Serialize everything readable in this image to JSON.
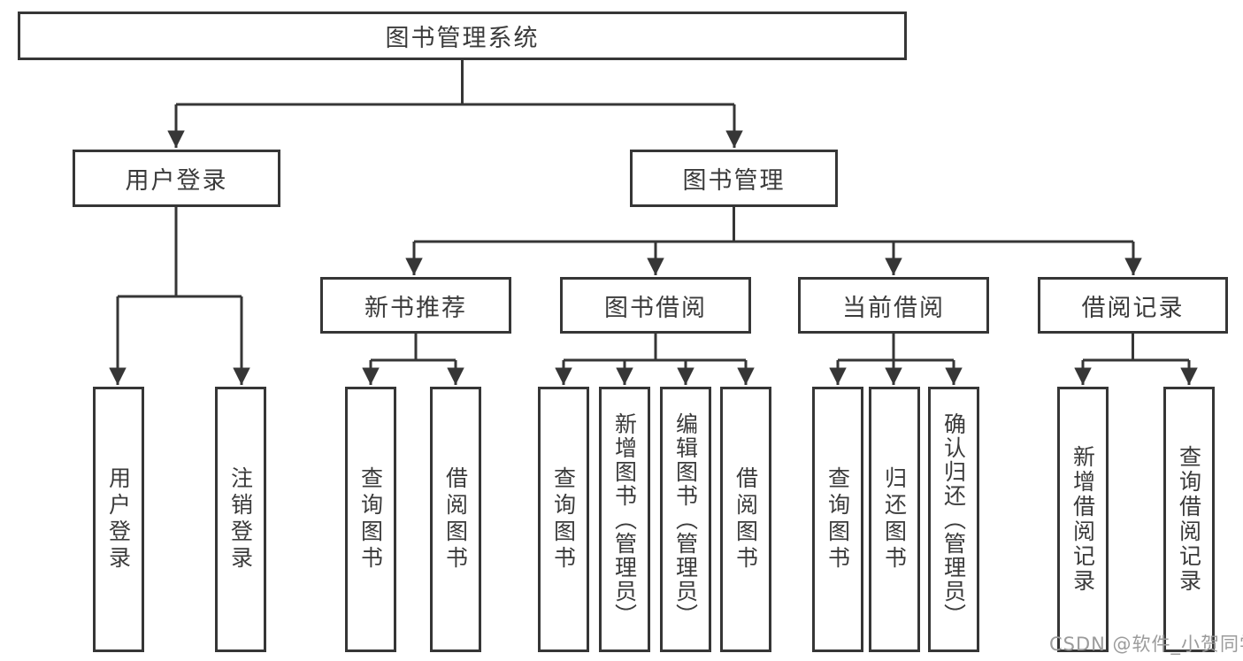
{
  "diagram": {
    "root": {
      "label": "图书管理系统"
    },
    "level2": [
      {
        "id": "user-login",
        "label": "用户登录"
      },
      {
        "id": "book-management",
        "label": "图书管理"
      }
    ],
    "level3": [
      {
        "id": "new-book-recommend",
        "label": "新书推荐"
      },
      {
        "id": "book-borrow",
        "label": "图书借阅"
      },
      {
        "id": "current-borrow",
        "label": "当前借阅"
      },
      {
        "id": "borrow-records",
        "label": "借阅记录"
      }
    ],
    "leaves": [
      {
        "id": "user-login-leaf",
        "label": "用户登录"
      },
      {
        "id": "logout",
        "label": "注销登录"
      },
      {
        "id": "query-books-recommend",
        "label": "查询图书"
      },
      {
        "id": "borrow-book-recommend",
        "label": "借阅图书"
      },
      {
        "id": "query-books-borrow",
        "label": "查询图书"
      },
      {
        "id": "add-book-admin",
        "label": "新增图书（管理员）"
      },
      {
        "id": "edit-book-admin",
        "label": "编辑图书（管理员）"
      },
      {
        "id": "borrow-book",
        "label": "借阅图书"
      },
      {
        "id": "query-books-current",
        "label": "查询图书"
      },
      {
        "id": "return-book",
        "label": "归还图书"
      },
      {
        "id": "confirm-return-admin",
        "label": "确认归还（管理员）"
      },
      {
        "id": "add-borrow-record",
        "label": "新增借阅记录"
      },
      {
        "id": "query-borrow-record",
        "label": "查询借阅记录"
      }
    ],
    "colors": {
      "line": "#363636",
      "text": "#3b3b3b",
      "watermark": "#9b9b9b",
      "background": "#ffffff"
    }
  },
  "watermark": {
    "text": "CSDN @软件_小贺同学"
  }
}
